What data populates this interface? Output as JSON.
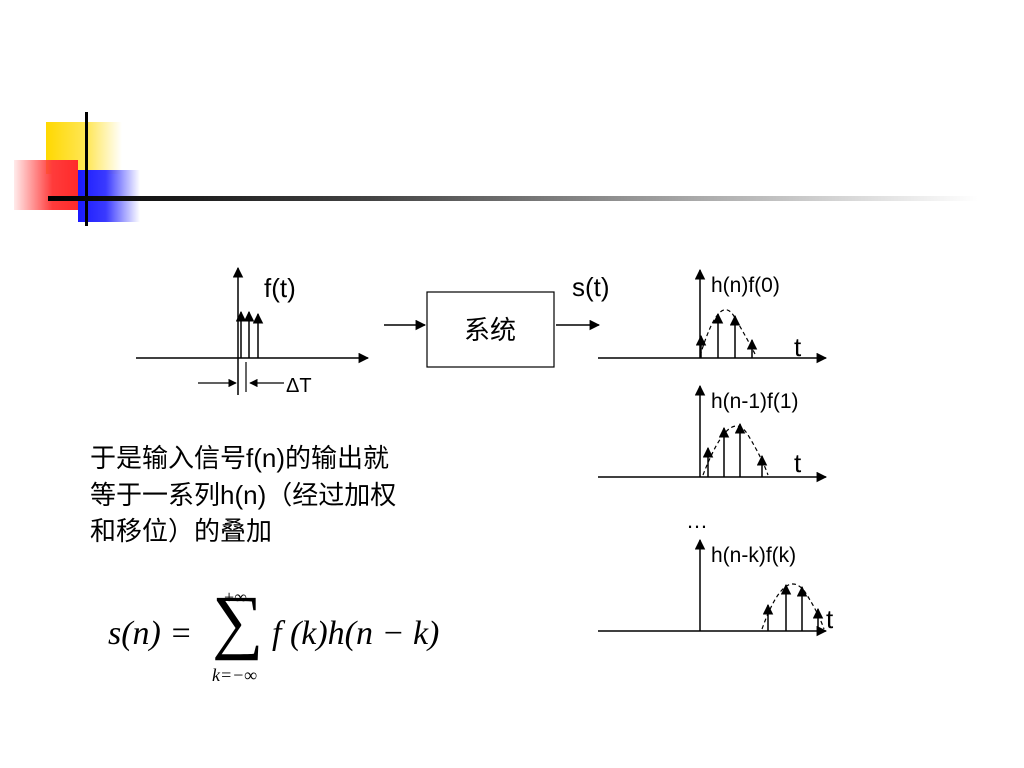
{
  "left_plot": {
    "label": "f(t)",
    "delta_label": "ΔT"
  },
  "system_box": {
    "label": "系统"
  },
  "output_label": "s(t)",
  "right_plots": [
    {
      "label": "h(n)f(0)",
      "axis": "t"
    },
    {
      "label": "h(n-1)f(1)",
      "axis": "t"
    },
    {
      "label": "h(n-k)f(k)",
      "axis": "t"
    }
  ],
  "ellipsis": "…",
  "body_text": {
    "line1_a": "于是输入信号",
    "line1_b": "f(n)",
    "line1_c": "的输出就",
    "line2_a": "等于一系列",
    "line2_b": "h(n)",
    "line2_c": "（经过加权",
    "line3": "和移位）的叠加"
  },
  "formula": {
    "lhs": "s(n) =",
    "sum_upper": "+∞",
    "sum_lower": "k=−∞",
    "rhs": "f (k)h(n − k)"
  },
  "colors": {
    "yellow": "#ffd800",
    "red": "#ff2a2a",
    "blue": "#1a1aff",
    "text": "#000000"
  }
}
